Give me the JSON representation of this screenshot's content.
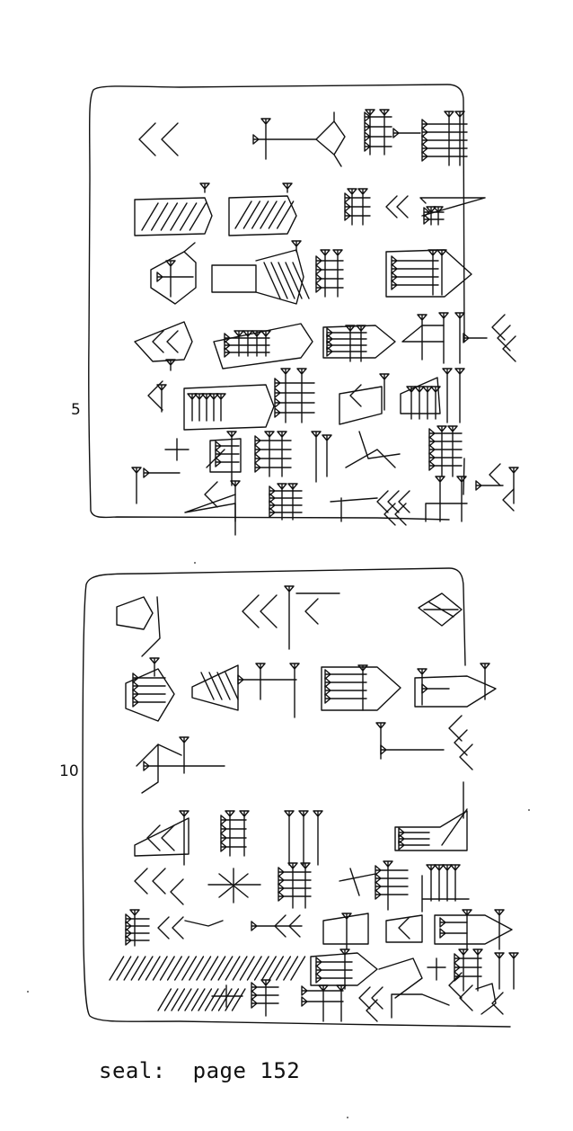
{
  "figure": {
    "line_numbers": [
      "5",
      "10"
    ],
    "caption": {
      "label": "seal:",
      "reference": "page 152"
    }
  },
  "faces": [
    {
      "id": "obverse",
      "icon": "cuneiform-tablet-outline"
    },
    {
      "id": "reverse",
      "icon": "cuneiform-tablet-outline"
    }
  ],
  "colors": {
    "ink": "#111111",
    "paper": "#ffffff"
  }
}
